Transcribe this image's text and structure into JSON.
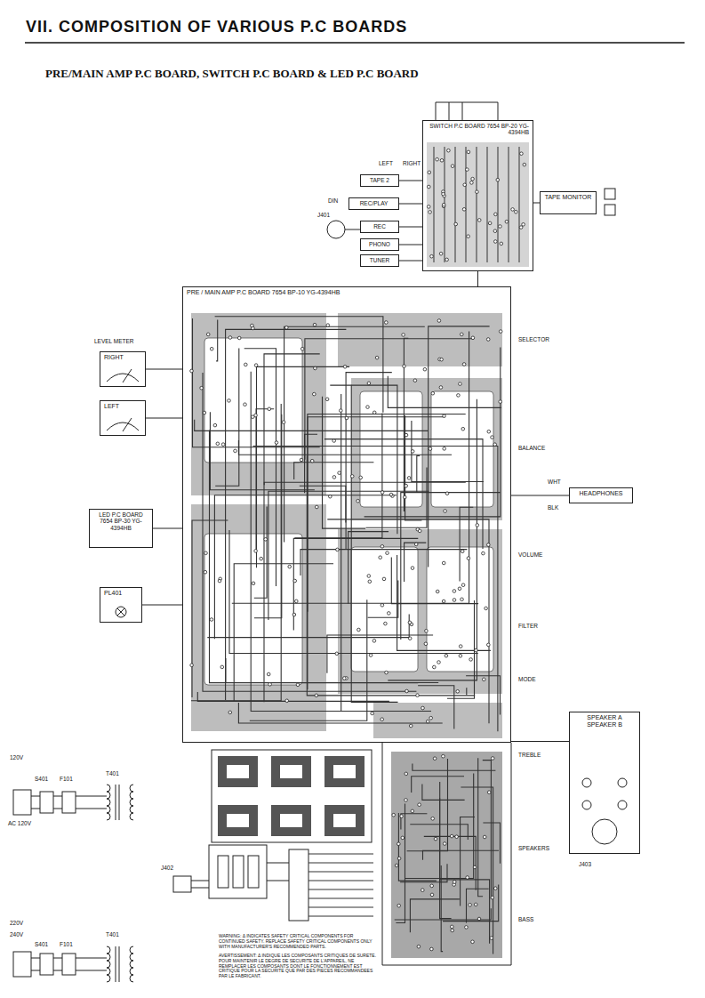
{
  "diagram": {
    "title": "VII. COMPOSITION OF VARIOUS P.C BOARDS",
    "nodes": [
      {
        "text": [
          "SWITCH P.C BOARD 7654 BP-20 YG-4394HB"
        ]
      },
      {
        "text": [
          "TAPE MONITOR"
        ]
      },
      {
        "text": [
          "TAPE 2"
        ]
      },
      {
        "text": [
          "REC/PLAY"
        ]
      },
      {
        "text": [
          "REC"
        ]
      },
      {
        "text": [
          "PHONO"
        ]
      },
      {
        "text": [
          "TUNER"
        ]
      },
      {
        "text": [
          "PRE / MAIN AMP P.C BOARD 7654 BP-10 YG-4394HB"
        ]
      },
      {
        "text": [
          "RIGHT"
        ]
      },
      {
        "text": [
          "LEFT"
        ]
      },
      {
        "text": [
          "HEADPHONES"
        ]
      },
      {
        "text": [
          "LED P.C BOARD 7654 BP-30 YG-4394HB"
        ]
      },
      {
        "text": [
          "PL401"
        ]
      },
      {
        "text": [
          "SPEAKER A",
          "SPEAKER B"
        ]
      }
    ],
    "edges": [
      {
        "from": 2,
        "to": 0,
        "arrow": "none"
      },
      {
        "from": 3,
        "to": 0,
        "arrow": "none"
      },
      {
        "from": 4,
        "to": 0,
        "arrow": "none"
      },
      {
        "from": 5,
        "to": 0,
        "arrow": "none"
      },
      {
        "from": 6,
        "to": 0,
        "arrow": "none"
      },
      {
        "from": 0,
        "to": 1,
        "arrow": "none"
      },
      {
        "from": 0,
        "to": 7,
        "arrow": "none"
      },
      {
        "from": 8,
        "to": 7,
        "arrow": "none"
      },
      {
        "from": 9,
        "to": 7,
        "arrow": "none"
      },
      {
        "from": 11,
        "to": 7,
        "arrow": "none"
      },
      {
        "from": 12,
        "to": 7,
        "arrow": "none"
      },
      {
        "from": 7,
        "to": 10,
        "arrow": "none"
      },
      {
        "from": 7,
        "to": 13,
        "arrow": "none"
      }
    ],
    "labels": [
      "PRE/MAIN AMP P.C BOARD, SWITCH P.C BOARD & LED P.C BOARD",
      "LEFT",
      "RIGHT",
      "DIN",
      "J401",
      "LEVEL METER",
      "SELECTOR",
      "BALANCE",
      "VOLUME",
      "FILTER",
      "MODE",
      "TREBLE",
      "SPEAKERS",
      "BASS",
      "WHT",
      "BLK",
      "120V",
      "S401",
      "F101",
      "T401",
      "AC 120V",
      "J402",
      "220V",
      "240V",
      "S401",
      "F101",
      "T401",
      "WARNING: Δ INDICATES SAFETY CRITICAL COMPONENTS FOR CONTINUED SAFETY. REPLACE SAFETY CRITICAL COMPONENTS ONLY WITH MANUFACTURER'S RECOMMENDED PARTS.",
      "AVERTISSEMENT: Δ INDIQUE LES COMPOSANTS CRITIQUES DE SURETE. POUR MAINTENIR LE DEGRE DE SECURITE DE L'APPAREIL, NE REMPLACER LES COMPOSANTS DONT LE FONCTIONNEMENT EST CRITIQUE POUR LA SECURITE QUE PAR DES PIECES RECOMMANDEES PAR LE FABRICANT.",
      "J403"
    ]
  }
}
